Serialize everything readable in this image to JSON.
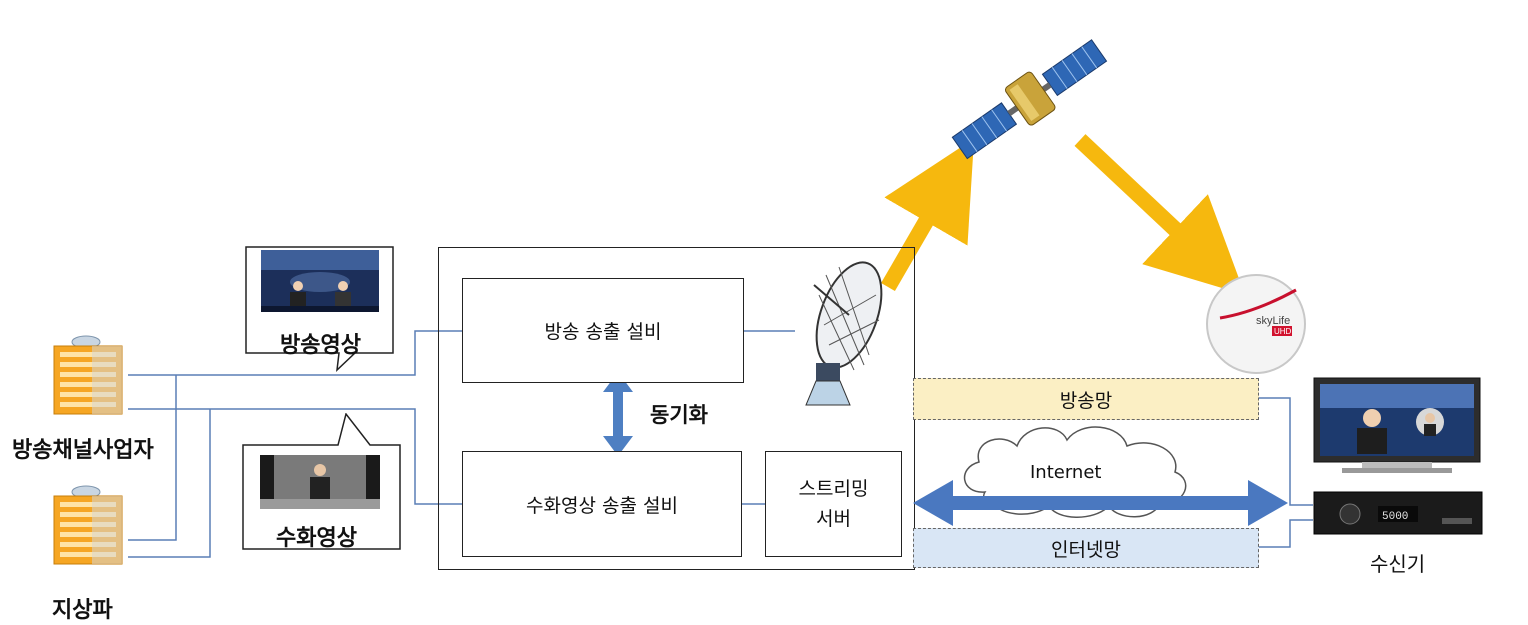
{
  "sources": {
    "broadcaster_label": "방송채널사업자",
    "terrestrial_label": "지상파"
  },
  "callouts": {
    "broadcast_video": "방송영상",
    "sign_video": "수화영상"
  },
  "center": {
    "broadcast_tx": "방송 송출 설비",
    "sync_label": "동기화",
    "sign_tx": "수화영상 송출 설비",
    "streaming_server_line1": "스트리밍",
    "streaming_server_line2": "서버"
  },
  "networks": {
    "broadcast_net": "방송망",
    "internet_cloud": "Internet",
    "internet_net": "인터넷망"
  },
  "receiver": {
    "label": "수신기",
    "stb_display": "5000"
  },
  "logo": {
    "line1": "skyLife",
    "line2": "UHD"
  },
  "colors": {
    "satellite_beam": "#f6b80e",
    "sync_arrow": "#4e7fc2",
    "internet_arrow": "#4a78c0",
    "broadcast_band": "#fbefc4",
    "internet_band": "#d9e6f5",
    "connector_line": "#5a7fb6"
  }
}
